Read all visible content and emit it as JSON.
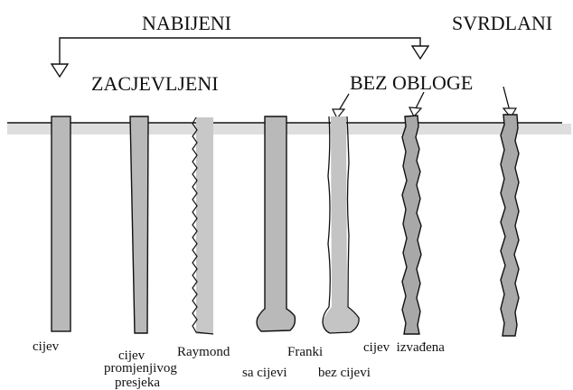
{
  "headers": {
    "driven": "NABIJENI",
    "bored": "SVRDLANI",
    "cased": "ZACJEVLJENI",
    "uncased": "BEZ OBLOGE"
  },
  "piles": [
    {
      "id": "cijev",
      "lines": [
        "cijev"
      ]
    },
    {
      "id": "cijev-promjenjivog-presjeka",
      "lines": [
        "cijev",
        "promjenjivog",
        "presjeka"
      ]
    },
    {
      "id": "raymond",
      "lines": [
        "Raymond"
      ]
    },
    {
      "id": "franki-sa-cijevi",
      "lines": [
        "Franki",
        "sa cijevi"
      ]
    },
    {
      "id": "franki-bez-cijevi",
      "lines": [
        "bez cijevi"
      ]
    },
    {
      "id": "cijev-izvadena",
      "lines": [
        "cijev  izvađena"
      ]
    },
    {
      "id": "svrdlani",
      "lines": []
    }
  ],
  "colors": {
    "pile_fill": "#b9b9b9",
    "pile_dark_fill": "#a8a8a8",
    "light_fill": "#c8c8c8",
    "ground_band": "#dedede",
    "stroke": "#111111"
  }
}
